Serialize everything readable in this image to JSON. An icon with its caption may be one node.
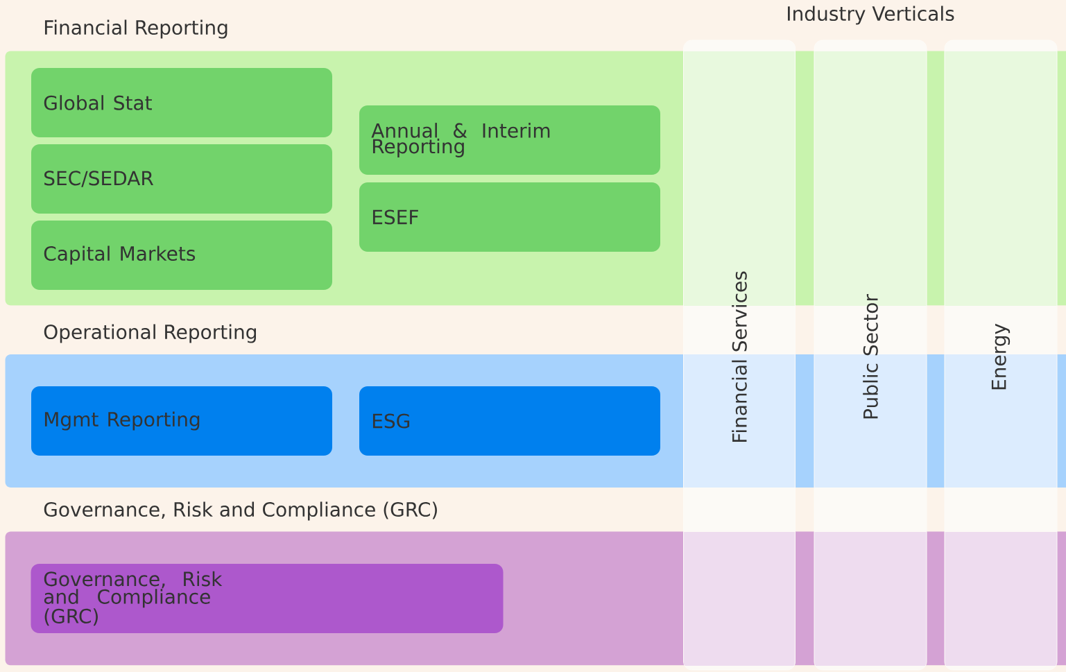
{
  "diagram": {
    "title": "Industry Verticals",
    "nodes": [
      {
        "text": [
          "Financial Reporting"
        ]
      },
      {
        "text": [
          "Global Stat"
        ],
        "in": 0
      },
      {
        "text": [
          "SEC/SEDAR"
        ],
        "in": 0
      },
      {
        "text": [
          "Capital Markets"
        ],
        "in": 0
      },
      {
        "text": [
          "Annual & Interim Reporting"
        ],
        "in": 0
      },
      {
        "text": [
          "ESEF"
        ],
        "in": 0
      },
      {
        "text": [
          "Operational Reporting"
        ]
      },
      {
        "text": [
          "Mgmt Reporting"
        ],
        "in": 6
      },
      {
        "text": [
          "ESG"
        ],
        "in": 6
      },
      {
        "text": [
          "Governance, Risk and Compliance (GRC)"
        ]
      },
      {
        "text": [
          "Governance, Risk and Compliance (GRC)"
        ],
        "in": 9
      },
      {
        "text": [
          "Financial Services"
        ]
      },
      {
        "text": [
          "Public Sector"
        ]
      },
      {
        "text": [
          "Energy"
        ]
      }
    ]
  }
}
